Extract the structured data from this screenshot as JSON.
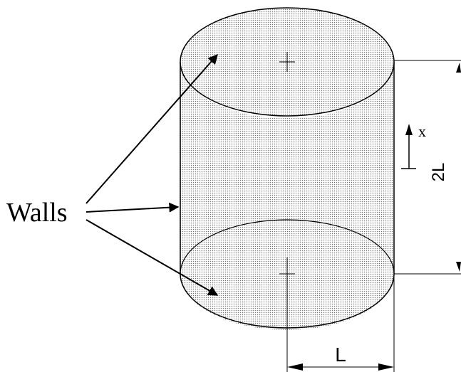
{
  "labels": {
    "walls": "Walls",
    "x_axis": "x",
    "height": "2L",
    "radius": "L"
  },
  "colors": {
    "stroke": "#000000",
    "fill_dots": "#7a7a7a",
    "background": "#ffffff"
  }
}
